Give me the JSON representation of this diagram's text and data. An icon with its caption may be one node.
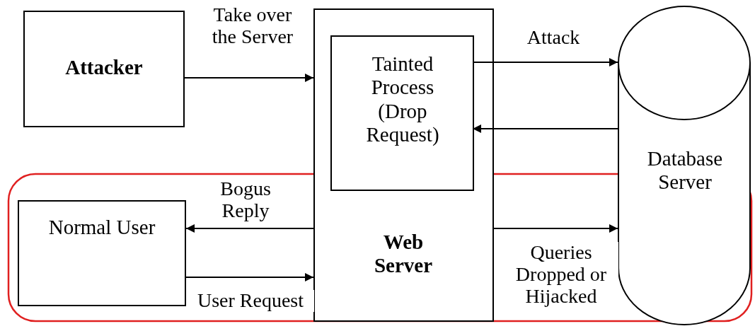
{
  "diagram": {
    "nodes": [
      {
        "text": [
          "Attacker"
        ]
      },
      {
        "text": [
          "Web Server"
        ]
      },
      {
        "text": [
          "Tainted Process (Drop Request)"
        ],
        "in": 1
      },
      {
        "text": [
          "Database Server"
        ]
      },
      {
        "text": [
          "Normal User"
        ]
      }
    ],
    "edges": [
      {
        "from": 0,
        "to": 1,
        "arrow": "to",
        "label": "Take over the Server"
      },
      {
        "from": 2,
        "to": 3,
        "arrow": "to",
        "label": "Attack"
      },
      {
        "from": 3,
        "to": 2,
        "arrow": "to"
      },
      {
        "from": 1,
        "to": 4,
        "arrow": "to",
        "label": "Bogus Reply"
      },
      {
        "from": 4,
        "to": 1,
        "arrow": "to",
        "label": "User Request"
      },
      {
        "from": 1,
        "to": 3,
        "arrow": "to",
        "label": "Queries Dropped or Hijacked"
      }
    ]
  }
}
